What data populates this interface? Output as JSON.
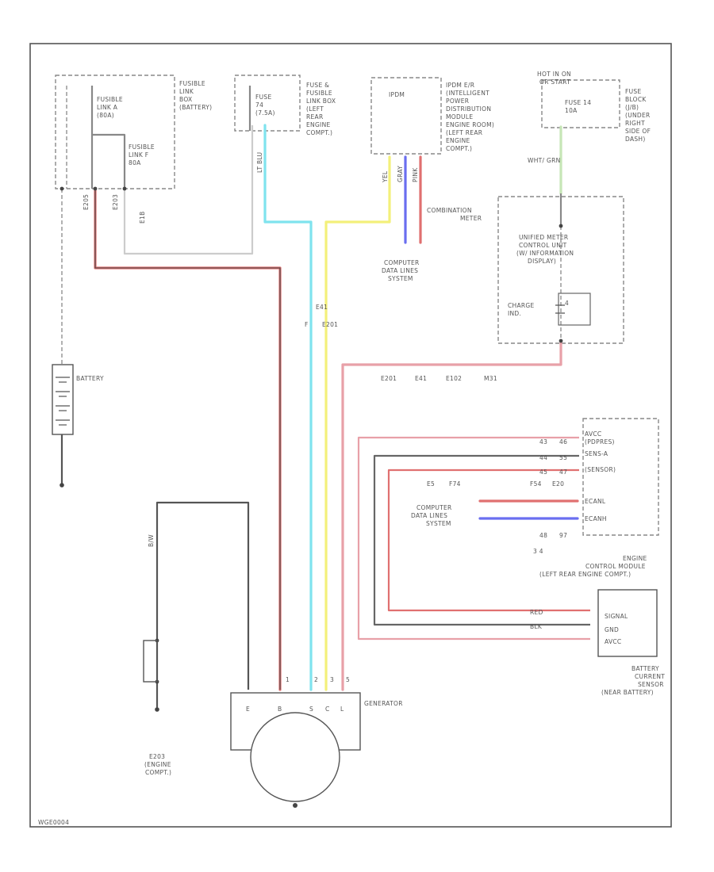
{
  "colors": {
    "red": "#e07070",
    "pink": "#e8a0a8",
    "cyan": "#7fe3ee",
    "yellow": "#f3f07a",
    "blue": "#6a6ef0",
    "green": "#c6e6b6",
    "gray": "#888888",
    "black": "#555555"
  },
  "labels": {
    "fusible_link_box": [
      "FUSIBLE",
      "LINK",
      "BOX",
      "(BATTERY)"
    ],
    "fusible_link_a": [
      "FUSIBLE",
      "LINK A",
      "(80A)"
    ],
    "fusible_link_f": [
      "FUSIBLE",
      "LINK F",
      "80A"
    ],
    "fuse_box": [
      "FUSE &",
      "FUSIBLE",
      "LINK BOX",
      "(LEFT",
      "REAR",
      "ENGINE",
      "COMPT.)"
    ],
    "fuse_74": [
      "FUSE",
      "74",
      "(7.5A)"
    ],
    "ipdm": [
      "IPDM E/R",
      "(INTELLIGENT",
      "POWER",
      "DISTRIBUTION",
      "MODULE",
      "ENGINE ROOM)",
      "(LEFT REAR",
      "ENGINE",
      "COMPT.)"
    ],
    "ipdm_small": "IPDM",
    "hot_in_on": [
      "HOT IN ON",
      "OR START"
    ],
    "fuse_block": [
      "FUSE",
      "BLOCK",
      "(J/B)",
      "(UNDER",
      "RIGHT",
      "SIDE OF",
      "DASH)"
    ],
    "fuse_14": [
      "FUSE 14",
      "10A"
    ],
    "combination_meter": [
      "COMBINATION",
      "METER"
    ],
    "unified_meter": [
      "UNIFIED METER",
      "CONTROL UNIT",
      "(W/ INFORMATION",
      "DISPLAY)"
    ],
    "charge_ind": [
      "CHARGE",
      "IND."
    ],
    "computer_data_1": [
      "COMPUTER",
      "DATA LINES",
      "SYSTEM"
    ],
    "computer_data_2": [
      "COMPUTER",
      "DATA LINES",
      "SYSTEM"
    ],
    "battery": "BATTERY",
    "generator": "GENERATOR",
    "generator_terms": [
      "E",
      "B",
      "S",
      "C",
      "L"
    ],
    "ecm_pins": [
      "AVCC",
      "(PDPRES)",
      "SENS-A",
      "(SENSOR)",
      "ECANL",
      "ECANH"
    ],
    "ecm": [
      "ENGINE",
      "CONTROL MODULE",
      "(LEFT REAR ENGINE COMPT.)"
    ],
    "sensor_box": [
      "SIGNAL",
      "GND",
      "AVCC"
    ],
    "battery_sensor": [
      "BATTERY",
      "CURRENT",
      "SENSOR",
      "(NEAR BATTERY)"
    ],
    "ground_engine": [
      "E203",
      "(ENGINE",
      "COMPT.)"
    ],
    "connectors_mid": [
      "E201",
      "E41",
      "E102",
      "M31"
    ],
    "connectors_ecm": [
      "E5",
      "F74",
      "F54",
      "E20"
    ],
    "connectors_gen": [
      "E41",
      "F",
      "E201"
    ],
    "wire_codes": [
      "E205",
      "E203",
      "E1B",
      "B/W",
      "LT BLU",
      "YEL",
      "GRAY",
      "PINK",
      "RED",
      "BLK",
      "WHT/ GRN"
    ],
    "pin_numbers": [
      "4",
      "1",
      "2",
      "3",
      "5",
      "43",
      "44",
      "45",
      "46",
      "55",
      "47",
      "48",
      "97",
      "3 4"
    ],
    "footer_code": "WGE0004"
  }
}
